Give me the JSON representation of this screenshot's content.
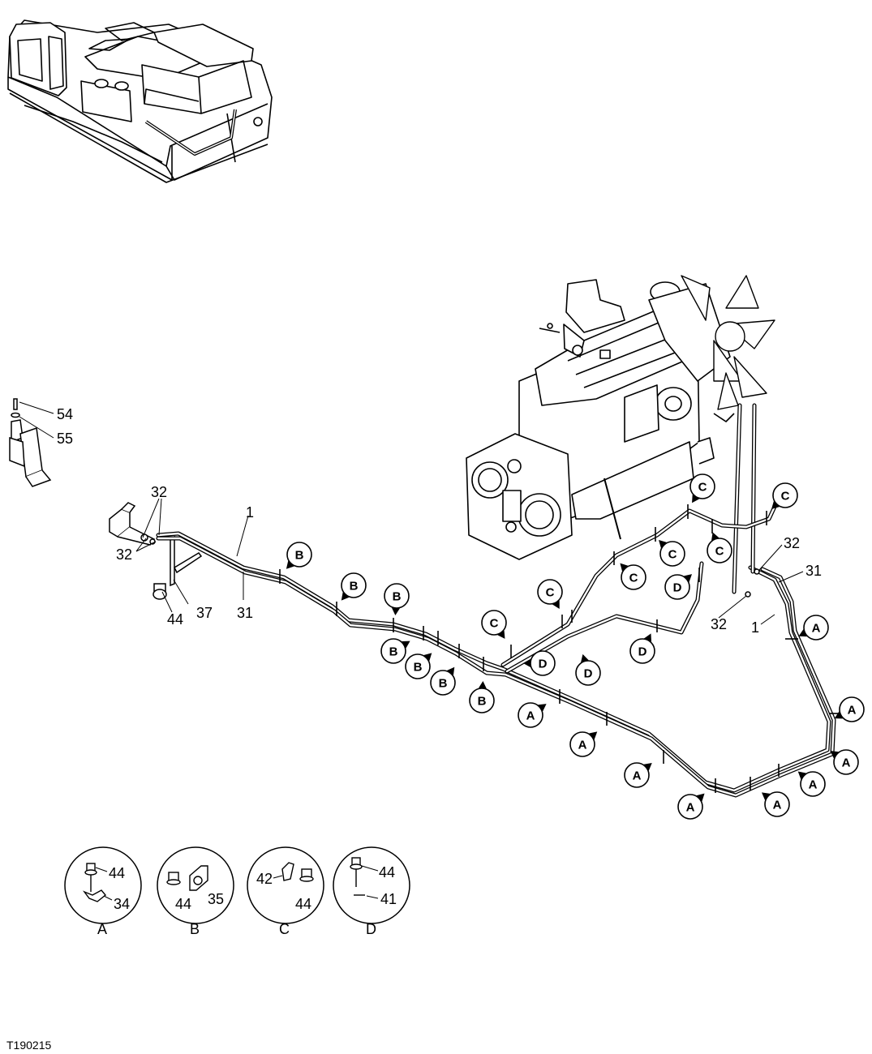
{
  "figure_id": "T190215",
  "part_labels": {
    "hose_1": "1",
    "hose_1b": "1",
    "hose_31": "31",
    "hose_31b": "31",
    "clamp_32a": "32",
    "clamp_32b": "32",
    "clamp_32c": "32",
    "clamp_32d": "32",
    "bracket_37": "37",
    "bolt_44": "44",
    "cap_54": "54",
    "washer_55": "55"
  },
  "clip_markers": [
    "A",
    "B",
    "C",
    "D"
  ],
  "details": [
    {
      "letter": "A",
      "parts": [
        "44",
        "34"
      ]
    },
    {
      "letter": "B",
      "parts": [
        "44",
        "35"
      ]
    },
    {
      "letter": "C",
      "parts": [
        "42",
        "44"
      ]
    },
    {
      "letter": "D",
      "parts": [
        "44",
        "41"
      ]
    }
  ]
}
